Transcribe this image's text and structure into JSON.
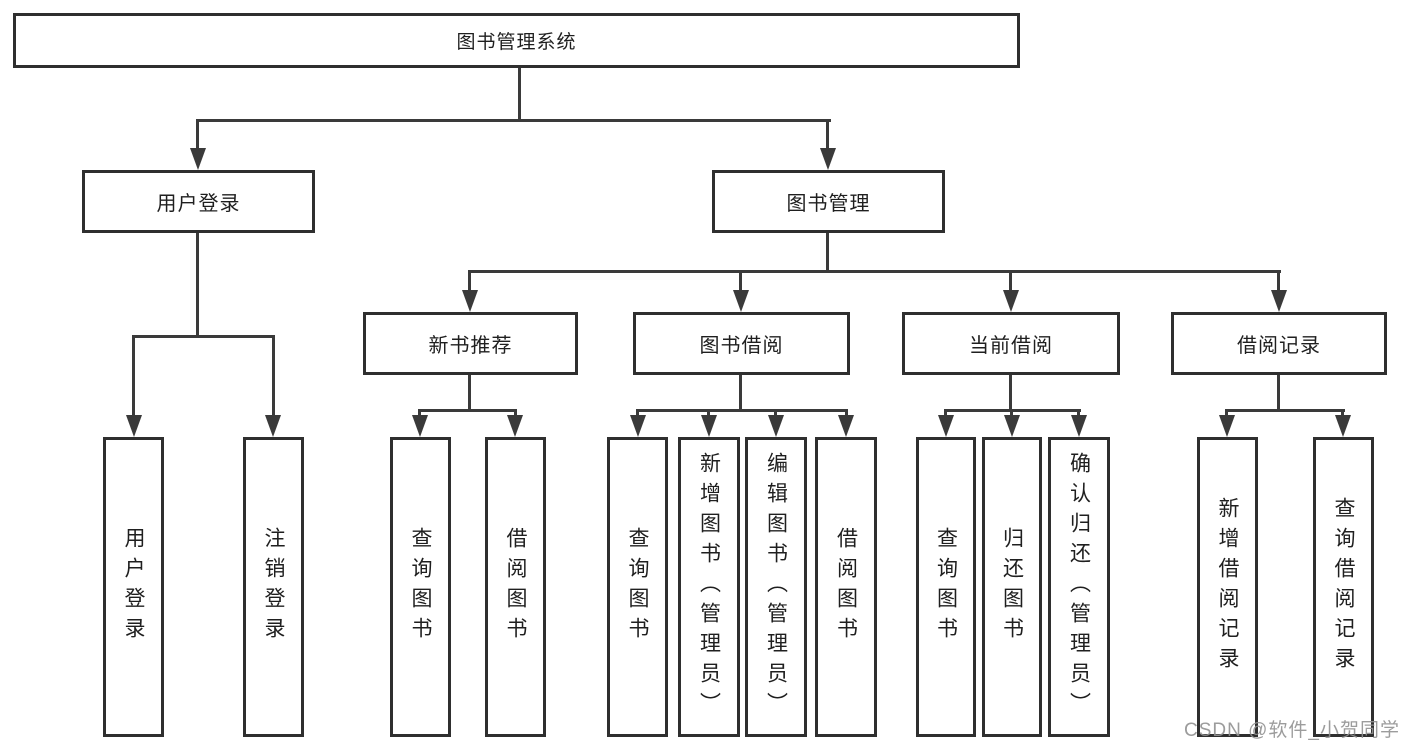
{
  "diagram": {
    "root": {
      "label": "图书管理系统"
    },
    "branches": [
      {
        "label": "用户登录",
        "children": [
          {
            "label": "用户登录"
          },
          {
            "label": "注销登录"
          }
        ]
      },
      {
        "label": "图书管理",
        "children": [
          {
            "label": "新书推荐",
            "children": [
              {
                "label": "查询图书"
              },
              {
                "label": "借阅图书"
              }
            ]
          },
          {
            "label": "图书借阅",
            "children": [
              {
                "label": "查询图书"
              },
              {
                "label": "新增图书（管理员）"
              },
              {
                "label": "编辑图书（管理员）"
              },
              {
                "label": "借阅图书"
              }
            ]
          },
          {
            "label": "当前借阅",
            "children": [
              {
                "label": "查询图书"
              },
              {
                "label": "归还图书"
              },
              {
                "label": "确认归还（管理员）"
              }
            ]
          },
          {
            "label": "借阅记录",
            "children": [
              {
                "label": "新增借阅记录"
              },
              {
                "label": "查询借阅记录"
              }
            ]
          }
        ]
      }
    ]
  },
  "watermark": {
    "text": "CSDN @软件_小贺同学"
  },
  "colors": {
    "line": "#3a3a3a",
    "box_border": "#2f2f2f",
    "text": "#1f1f1f",
    "watermark": "#919191",
    "background": "#ffffff"
  }
}
